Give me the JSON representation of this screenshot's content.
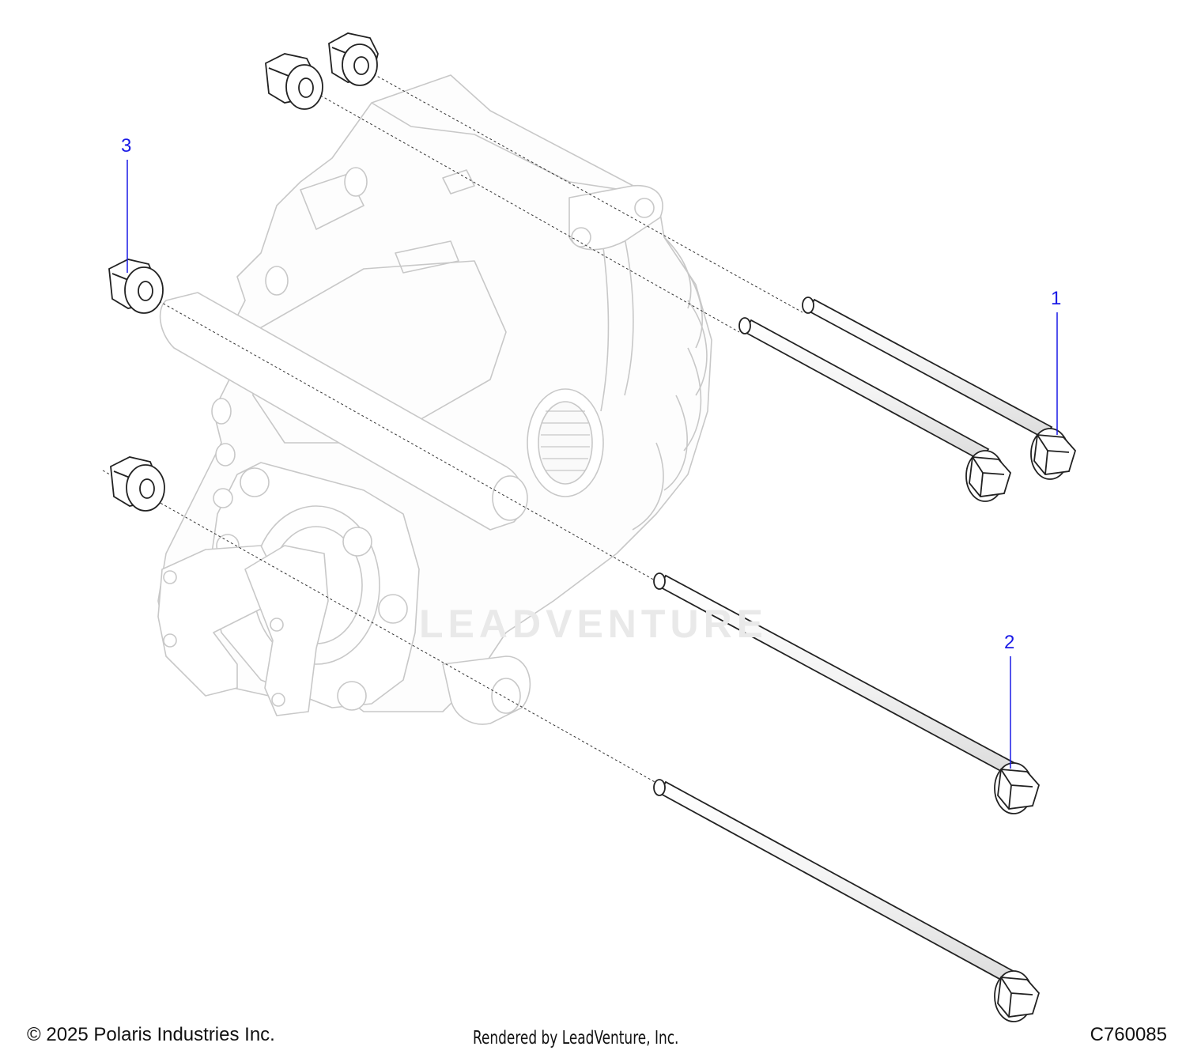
{
  "callouts": [
    {
      "label": "1",
      "part": "bolt"
    },
    {
      "label": "2",
      "part": "bolt"
    },
    {
      "label": "3",
      "part": "flange-nut"
    }
  ],
  "watermark": "LEADVENTURE",
  "footer": {
    "copyright": "© 2025 Polaris Industries Inc.",
    "rendered_by": "Rendered by LeadVenture, Inc.",
    "diagram_code": "C760085"
  },
  "colors": {
    "callout": "#1a1ae6",
    "line": "#222222",
    "fill": "#ffffff"
  }
}
